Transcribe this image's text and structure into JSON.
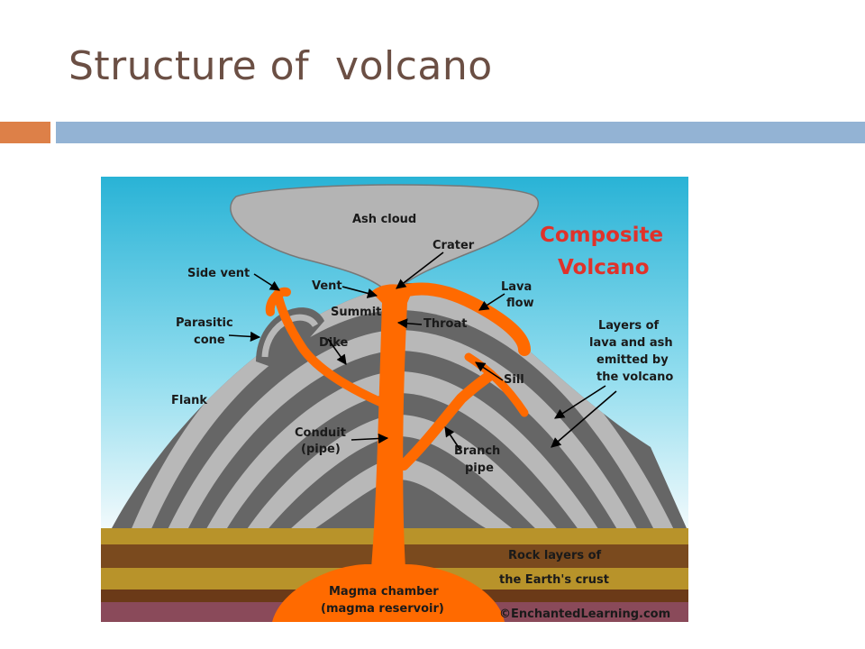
{
  "slide": {
    "title": "Structure of  volcano"
  },
  "diagram": {
    "heading_line1": "Composite",
    "heading_line2": "Volcano",
    "labels": {
      "ash_cloud": "Ash cloud",
      "crater": "Crater",
      "side_vent": "Side vent",
      "vent": "Vent",
      "summit": "Summit",
      "throat": "Throat",
      "lava_flow_1": "Lava",
      "lava_flow_2": "flow",
      "parasitic_cone_1": "Parasitic",
      "parasitic_cone_2": "cone",
      "dike": "Dike",
      "layers_1": "Layers of",
      "layers_2": "lava and ash",
      "layers_3": "emitted by",
      "layers_4": "the volcano",
      "sill": "Sill",
      "flank": "Flank",
      "conduit_1": "Conduit",
      "conduit_2": "(pipe)",
      "branch_pipe_1": "Branch",
      "branch_pipe_2": "pipe",
      "rock_layers_1": "Rock layers of",
      "rock_layers_2": "the Earth's crust",
      "magma_chamber_1": "Magma chamber",
      "magma_chamber_2": "(magma reservoir)",
      "credit": "©EnchantedLearning.com"
    }
  },
  "colors": {
    "title": "#6b4f44",
    "accent_orange": "#dd8048",
    "accent_blue": "#93b3d4",
    "magma": "#ff6a00",
    "heading": "#e0322a",
    "sky_top": "#29b3d6",
    "sky_bottom": "#f2fafc"
  }
}
